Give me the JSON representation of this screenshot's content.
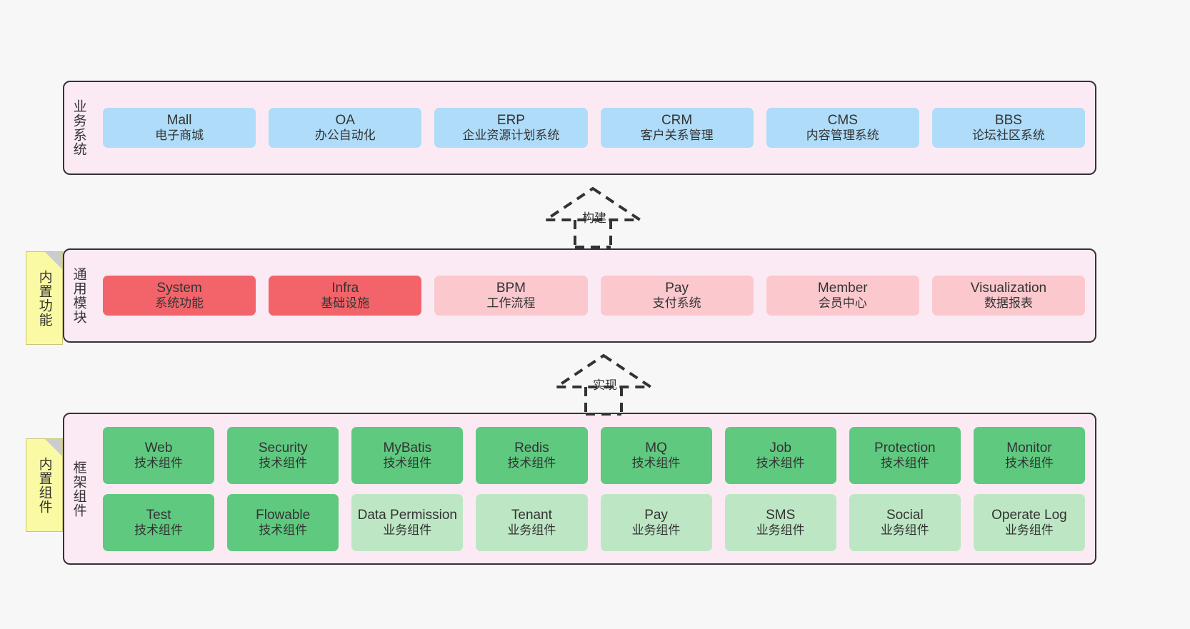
{
  "diagram": {
    "title": "Framework Architecture Layers",
    "colors": {
      "panel_bg": "#fbeaf4",
      "panel_border": "#333333",
      "business_card": "#afdcf8",
      "module_core": "#f2646a",
      "module_optional": "#fbc8ce",
      "component_tech": "#5fc97f",
      "component_business": "#bde7c4",
      "note_bg": "#fbfaa4",
      "canvas_bg": "#f7f7f7"
    }
  },
  "layers": [
    {
      "id": "business-system",
      "label": "业务系统",
      "rows": [
        {
          "style": "c-blue",
          "cards": [
            {
              "title": "Mall",
              "sub": "电子商城"
            },
            {
              "title": "OA",
              "sub": "办公自动化"
            },
            {
              "title": "ERP",
              "sub": "企业资源计划系统"
            },
            {
              "title": "CRM",
              "sub": "客户关系管理"
            },
            {
              "title": "CMS",
              "sub": "内容管理系统"
            },
            {
              "title": "BBS",
              "sub": "论坛社区系统"
            }
          ]
        }
      ]
    },
    {
      "id": "common-module",
      "label": "通用模块",
      "note": "内置功能",
      "rows": [
        {
          "cards": [
            {
              "title": "System",
              "sub": "系统功能",
              "style": "c-red"
            },
            {
              "title": "Infra",
              "sub": "基础设施",
              "style": "c-red"
            },
            {
              "title": "BPM",
              "sub": "工作流程",
              "style": "c-pink"
            },
            {
              "title": "Pay",
              "sub": "支付系统",
              "style": "c-pink"
            },
            {
              "title": "Member",
              "sub": "会员中心",
              "style": "c-pink"
            },
            {
              "title": "Visualization",
              "sub": "数据报表",
              "style": "c-pink"
            }
          ]
        }
      ]
    },
    {
      "id": "framework-component",
      "label": "框架组件",
      "note": "内置组件",
      "rows": [
        {
          "cards": [
            {
              "title": "Web",
              "sub": "技术组件",
              "style": "c-green"
            },
            {
              "title": "Security",
              "sub": "技术组件",
              "style": "c-green"
            },
            {
              "title": "MyBatis",
              "sub": "技术组件",
              "style": "c-green"
            },
            {
              "title": "Redis",
              "sub": "技术组件",
              "style": "c-green"
            },
            {
              "title": "MQ",
              "sub": "技术组件",
              "style": "c-green"
            },
            {
              "title": "Job",
              "sub": "技术组件",
              "style": "c-green"
            },
            {
              "title": "Protection",
              "sub": "技术组件",
              "style": "c-green"
            },
            {
              "title": "Monitor",
              "sub": "技术组件",
              "style": "c-green"
            }
          ]
        },
        {
          "cards": [
            {
              "title": "Test",
              "sub": "技术组件",
              "style": "c-green"
            },
            {
              "title": "Flowable",
              "sub": "技术组件",
              "style": "c-green"
            },
            {
              "title": "Data Permission",
              "sub": "业务组件",
              "style": "c-lightgreen"
            },
            {
              "title": "Tenant",
              "sub": "业务组件",
              "style": "c-lightgreen"
            },
            {
              "title": "Pay",
              "sub": "业务组件",
              "style": "c-lightgreen"
            },
            {
              "title": "SMS",
              "sub": "业务组件",
              "style": "c-lightgreen"
            },
            {
              "title": "Social",
              "sub": "业务组件",
              "style": "c-lightgreen"
            },
            {
              "title": "Operate Log",
              "sub": "业务组件",
              "style": "c-lightgreen"
            }
          ]
        }
      ]
    }
  ],
  "connectors": [
    {
      "id": "build",
      "label": "构建"
    },
    {
      "id": "implement",
      "label": "实现"
    }
  ]
}
